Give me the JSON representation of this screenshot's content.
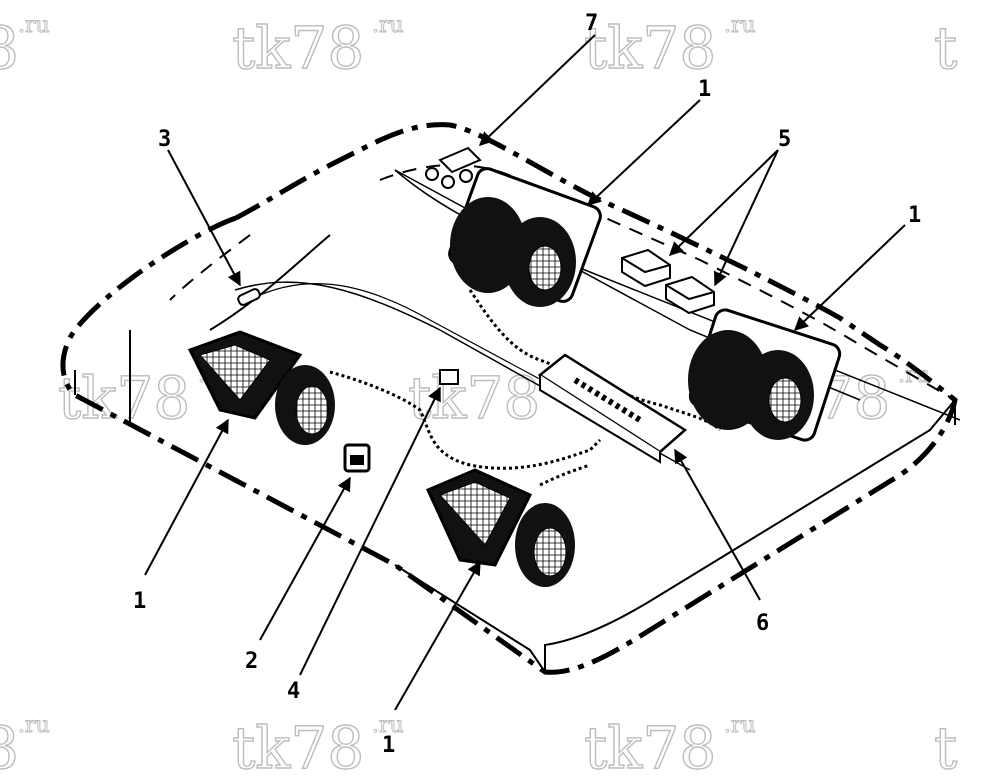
{
  "watermark": {
    "main": "tk78",
    "sub": ".ru",
    "partial_main": "8",
    "partial_main_right": "t"
  },
  "callouts": [
    {
      "id": "c1a",
      "label": "1"
    },
    {
      "id": "c1b",
      "label": "1"
    },
    {
      "id": "c1c",
      "label": "1"
    },
    {
      "id": "c1d",
      "label": "1"
    },
    {
      "id": "c2",
      "label": "2"
    },
    {
      "id": "c3",
      "label": "3"
    },
    {
      "id": "c4",
      "label": "4"
    },
    {
      "id": "c5",
      "label": "5"
    },
    {
      "id": "c6",
      "label": "6"
    },
    {
      "id": "c7",
      "label": "7"
    }
  ]
}
